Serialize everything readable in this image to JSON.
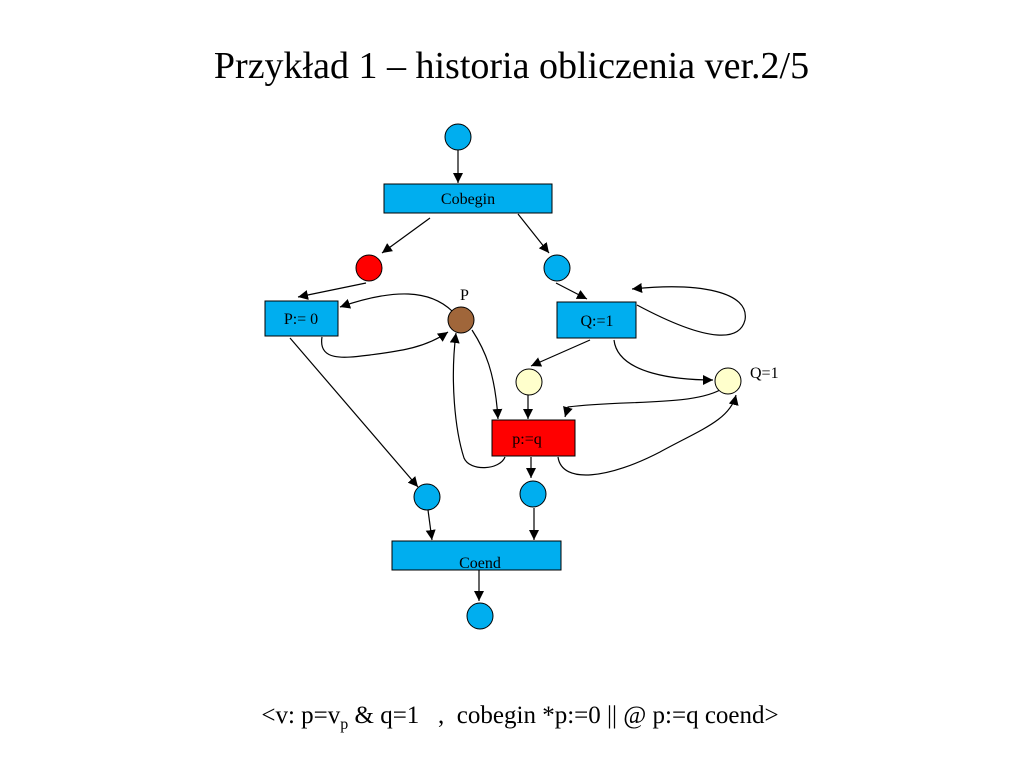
{
  "title": "Przykład 1 – historia obliczenia ver.2/5",
  "colors": {
    "blue": "#00AEEF",
    "red": "#FF0000",
    "brown": "#A0663A",
    "cream": "#FFFFCC",
    "line": "#000000"
  },
  "transitions": {
    "cobegin": "Cobegin",
    "p_assign": "P:= 0",
    "q_assign": "Q:=1",
    "pq": "p:=q",
    "coend": "Coend"
  },
  "places": {
    "start": {
      "token_color": "#00AEEF"
    },
    "left_branch": {
      "token_color": "#FF0000"
    },
    "right_branch": {
      "token_color": "#00AEEF"
    },
    "p_var": {
      "label": "P",
      "token_color": "#A0663A"
    },
    "mid": {
      "token_color": "#FFFFCC"
    },
    "q_var": {
      "label": "Q=1",
      "token_color": "#FFFFCC"
    },
    "done_left": {
      "token_color": "#00AEEF"
    },
    "done_right": {
      "token_color": "#00AEEF"
    },
    "end": {
      "token_color": "#00AEEF"
    }
  },
  "formula": {
    "prefix": "<v: p=v",
    "sub": "p",
    "suffix": " & q=1   ,  cobegin *p:=0 || @ p:=q coend>"
  }
}
